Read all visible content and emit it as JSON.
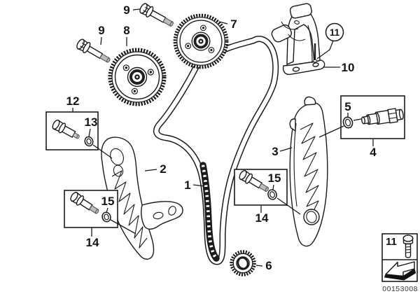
{
  "diagram": {
    "doc_number": "00153008",
    "colors": {
      "background": "#ffffff",
      "line": "#1a1a1a",
      "thread_shade": "#bdbdbd"
    },
    "callouts": {
      "c1": "1",
      "c2": "2",
      "c3": "3",
      "c4": "4",
      "c5": "5",
      "c6": "6",
      "c7": "7",
      "c8": "8",
      "c9a": "9",
      "c9b": "9",
      "c10": "10",
      "c11": "11",
      "c12": "12",
      "c13": "13",
      "c14a": "14",
      "c14b": "14",
      "c15a": "15",
      "c15b": "15"
    },
    "legend": {
      "item_label": "11"
    }
  }
}
